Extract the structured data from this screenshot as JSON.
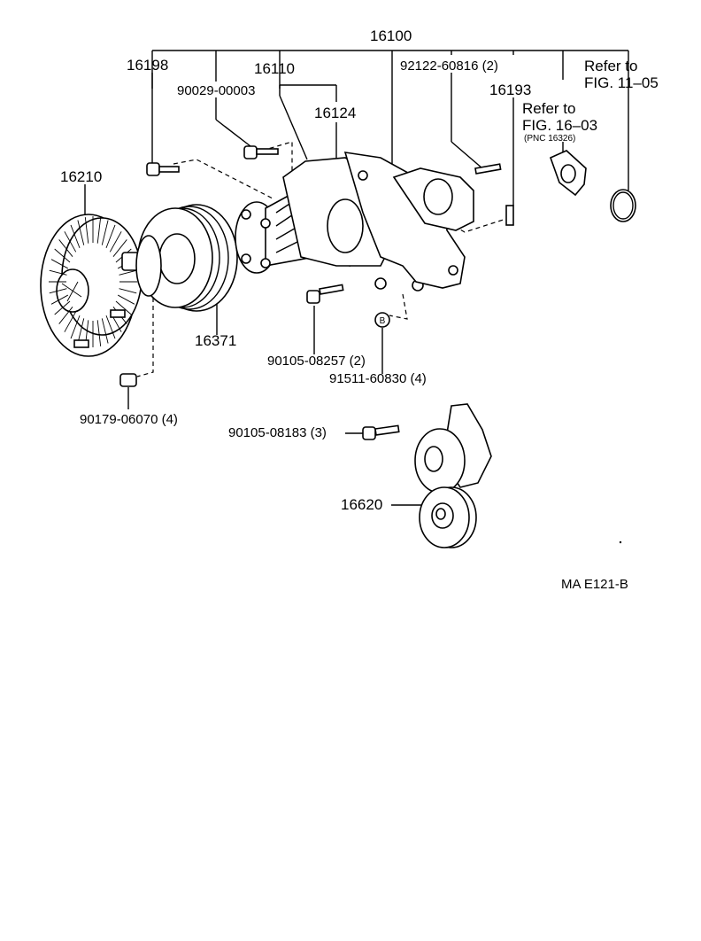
{
  "labels": {
    "assembly": "16100",
    "fan_bracket_bolt": "16198",
    "pump_body": "16110",
    "bolt_90029": "90029-00003",
    "gasket": "16124",
    "stud_92122": "92122-60816 (2)",
    "plug": "16193",
    "refer_1_line1": "Refer to",
    "refer_1_line2": "FIG. 11–05",
    "refer_2_line1": "Refer to",
    "refer_2_line2": "FIG. 16–03",
    "refer_2_pnc": "(PNC 16326)",
    "fan_clutch": "16210",
    "pulley": "16371",
    "bolt_90105_08257": "90105-08257 (2)",
    "bolt_91511": "91511-60830 (4)",
    "nut_90179": "90179-06070 (4)",
    "bolt_90105_08183": "90105-08183 (3)",
    "tensioner": "16620",
    "ref_b_marker": "B",
    "drawing_code": "MA E121-B"
  },
  "icons": [
    "fan-clutch-icon",
    "pulley-icon",
    "water-pump-icon",
    "gasket-icon",
    "o-ring-icon",
    "bolt-icon",
    "nut-icon",
    "belt-tensioner-icon"
  ]
}
